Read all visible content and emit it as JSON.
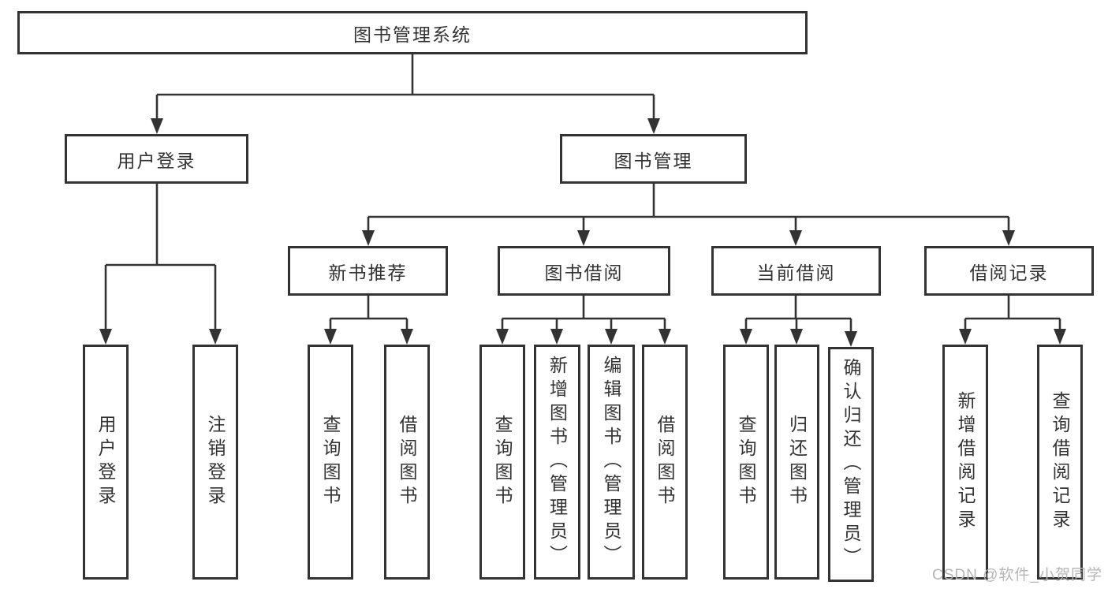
{
  "diagram_title": "图书管理系统",
  "colors": {
    "line": "#333333",
    "box_border": "#333333",
    "box_background": "#ffffff",
    "text": "#333333",
    "watermark": "#b5b5b5",
    "background": "#ffffff"
  },
  "nodes": {
    "root": {
      "label": "图书管理系统"
    },
    "user_login": {
      "label": "用户登录"
    },
    "book_mgmt": {
      "label": "图书管理"
    },
    "new_book": {
      "label": "新书推荐"
    },
    "book_borrow": {
      "label": "图书借阅"
    },
    "current_borrow": {
      "label": "当前借阅"
    },
    "borrow_record": {
      "label": "借阅记录"
    },
    "ul_login": {
      "label": "用户登录"
    },
    "ul_logout": {
      "label": "注销登录"
    },
    "nb_query": {
      "label": "查询图书"
    },
    "nb_borrow": {
      "label": "借阅图书"
    },
    "bb_query": {
      "label": "查询图书"
    },
    "bb_add": {
      "label": "新增图书（管理员）"
    },
    "bb_edit": {
      "label": "编辑图书（管理员）"
    },
    "bb_borrow": {
      "label": "借阅图书"
    },
    "cb_query": {
      "label": "查询图书"
    },
    "cb_return": {
      "label": "归还图书"
    },
    "cb_confirm": {
      "label": "确认归还（管理员）"
    },
    "br_add": {
      "label": "新增借阅记录"
    },
    "br_query": {
      "label": "查询借阅记录"
    }
  },
  "hierarchy": {
    "root": [
      "user_login",
      "book_mgmt"
    ],
    "user_login": [
      "ul_login",
      "ul_logout"
    ],
    "book_mgmt": [
      "new_book",
      "book_borrow",
      "current_borrow",
      "borrow_record"
    ],
    "new_book": [
      "nb_query",
      "nb_borrow"
    ],
    "book_borrow": [
      "bb_query",
      "bb_add",
      "bb_edit",
      "bb_borrow"
    ],
    "current_borrow": [
      "cb_query",
      "cb_return",
      "cb_confirm"
    ],
    "borrow_record": [
      "br_add",
      "br_query"
    ]
  },
  "watermark": {
    "text": "CSDN @软件_小贺同学"
  }
}
